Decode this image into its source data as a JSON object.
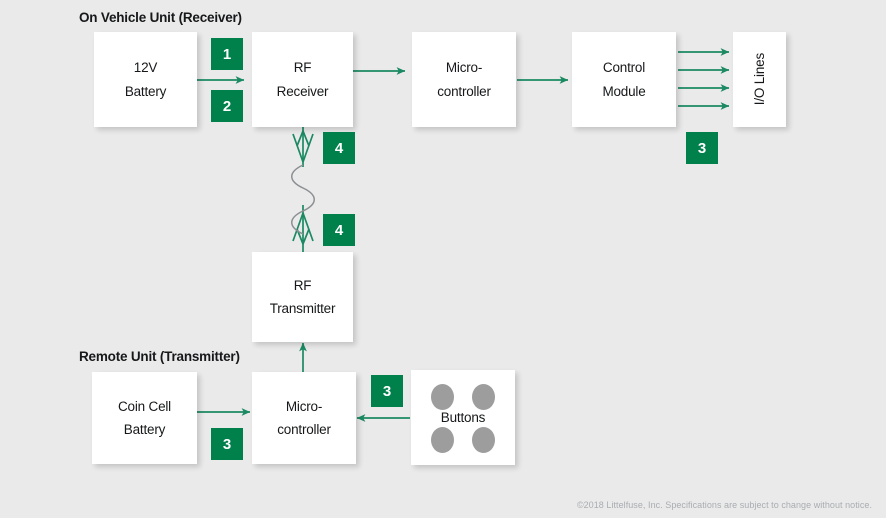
{
  "page": {
    "background_color": "#eaeaea",
    "accent_green": "#00804b",
    "wire_green": "#1b8a63",
    "button_gray": "#9d9d9d",
    "footer_note": "©2018 Littelfuse, Inc. Specifications are subject to change without notice."
  },
  "sections": {
    "receiver_label": "On Vehicle Unit (Receiver)",
    "transmitter_label": "Remote Unit (Transmitter)"
  },
  "blocks": {
    "battery_12v": "12V\nBattery",
    "rf_receiver": "RF\nReceiver",
    "microcontroller_top": "Micro-\ncontroller",
    "control_module": "Control\nModule",
    "io_lines": "I/O Lines",
    "rf_transmitter": "RF\nTransmitter",
    "coin_cell_battery": "Coin Cell\nBattery",
    "microcontroller_bottom": "Micro-\ncontroller",
    "buttons": "Buttons"
  },
  "badges": {
    "battery_to_receiver_1": "1",
    "battery_to_receiver_2": "2",
    "io_lines_3": "3",
    "antenna_upper_4": "4",
    "antenna_lower_4": "4",
    "coin_cell_3": "3",
    "buttons_3": "3"
  }
}
